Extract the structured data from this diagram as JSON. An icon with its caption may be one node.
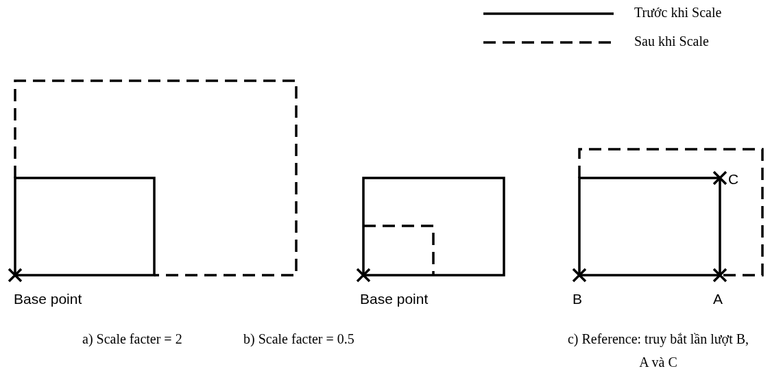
{
  "diagram": {
    "labels": [
      "C",
      "Base point",
      "Base point",
      "B",
      "A",
      "a) Scale facter = 2",
      "b) Scale facter = 0.5",
      "c) Reference: truy bắt lần lượt B, A và C"
    ],
    "legend": [
      {
        "text": "Trước khi Scale"
      },
      {
        "text": "Sau khi Scale"
      }
    ]
  }
}
